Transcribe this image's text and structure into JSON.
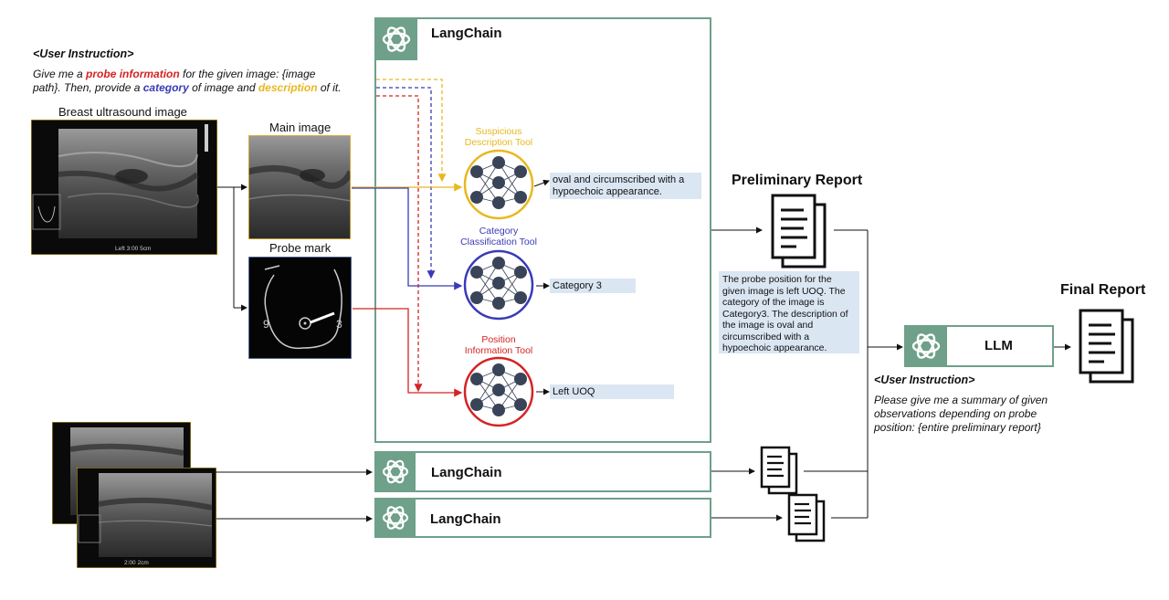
{
  "user_instruction": {
    "header": "<User Instruction>",
    "line1_a": "Give me a ",
    "line1_b": "probe information",
    "line1_c": " for the given image: {image",
    "line2_a": "path}. Then, provide a ",
    "line2_b": "category",
    "line2_c": " of image and ",
    "line2_d": "description",
    "line2_e": " of it."
  },
  "labels": {
    "breast_ultrasound": "Breast ultrasound image",
    "main_image": "Main image",
    "probe_mark": "Probe mark",
    "us_caption": "Left  3:00  5cm",
    "us_caption_2": "2:00  2cm",
    "probe_left_num": "9",
    "probe_right_num": "3"
  },
  "langchain": {
    "main_title": "LangChain",
    "second_title": "LangChain",
    "third_title": "LangChain"
  },
  "tools": {
    "suspicious": {
      "line1": "Suspicious",
      "line2": "Description Tool",
      "output": "oval and circumscribed with a hypoechoic appearance."
    },
    "category": {
      "line1": "Category",
      "line2": "Classification Tool",
      "output": "Category 3"
    },
    "position": {
      "line1": "Position",
      "line2": "Information Tool",
      "output": "Left UOQ"
    }
  },
  "preliminary": {
    "title": "Preliminary Report",
    "text": "The probe position for the given image is left UOQ. The category of the image is Category3. The description of the image is oval and circumscribed with a hypoechoic appearance."
  },
  "llm": {
    "label": "LLM"
  },
  "final": {
    "title": "Final Report"
  },
  "user_instruction_2": {
    "header": "<User Instruction>",
    "text": "Please give me a summary of given observations depending on probe position: {entire preliminary report}"
  },
  "colors": {
    "langchain_green": "#6ea08a",
    "probe_red": "#d42424",
    "category_blue": "#3a3ab8",
    "description_yellow": "#e8b820",
    "output_box": "#dbe6f3"
  }
}
